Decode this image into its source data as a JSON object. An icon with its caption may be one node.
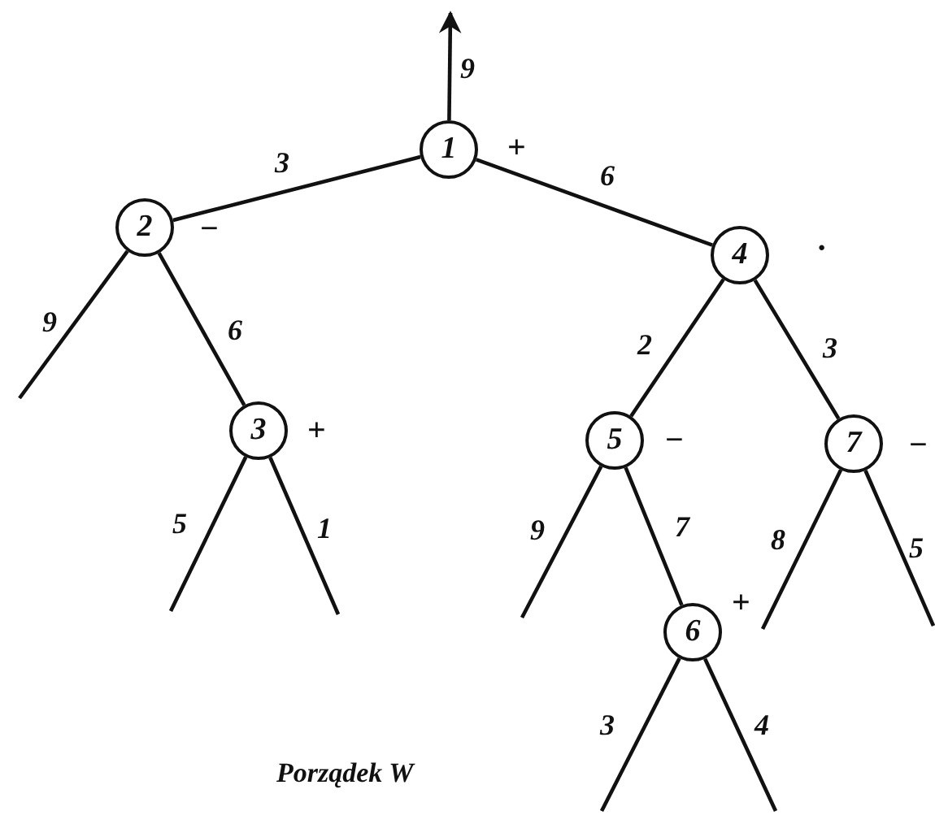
{
  "diagram": {
    "nodes": [
      {
        "text": [
          "1"
        ],
        "beside": [
          "+"
        ]
      },
      {
        "text": [
          "2"
        ],
        "beside": [
          "−"
        ]
      },
      {
        "text": [
          "3"
        ],
        "beside": [
          "+"
        ]
      },
      {
        "text": [
          "4"
        ],
        "beside": [
          "·"
        ]
      },
      {
        "text": [
          "5"
        ],
        "beside": [
          "−"
        ]
      },
      {
        "text": [
          "6"
        ],
        "beside": [
          "+"
        ]
      },
      {
        "text": [
          "7"
        ],
        "beside": [
          "−"
        ]
      }
    ],
    "edges": [
      {
        "from": 0,
        "to": null,
        "arrow": "to",
        "label": "9"
      },
      {
        "from": 0,
        "to": 1,
        "arrow": "none",
        "label": "3"
      },
      {
        "from": 0,
        "to": 3,
        "arrow": "none",
        "label": "6"
      },
      {
        "from": 1,
        "to": null,
        "arrow": "none",
        "label": "9"
      },
      {
        "from": 1,
        "to": 2,
        "arrow": "none",
        "label": "6"
      },
      {
        "from": 2,
        "to": null,
        "arrow": "none",
        "label": "5"
      },
      {
        "from": 2,
        "to": null,
        "arrow": "none",
        "label": "1"
      },
      {
        "from": 3,
        "to": 4,
        "arrow": "none",
        "label": "2"
      },
      {
        "from": 3,
        "to": 6,
        "arrow": "none",
        "label": "3"
      },
      {
        "from": 4,
        "to": null,
        "arrow": "none",
        "label": "9"
      },
      {
        "from": 4,
        "to": 5,
        "arrow": "none",
        "label": "7"
      },
      {
        "from": 5,
        "to": null,
        "arrow": "none",
        "label": "3"
      },
      {
        "from": 5,
        "to": null,
        "arrow": "none",
        "label": "4"
      },
      {
        "from": 6,
        "to": null,
        "arrow": "none",
        "label": "8"
      },
      {
        "from": 6,
        "to": null,
        "arrow": "none",
        "label": "5"
      }
    ],
    "labels": [
      "Porządek W"
    ]
  }
}
